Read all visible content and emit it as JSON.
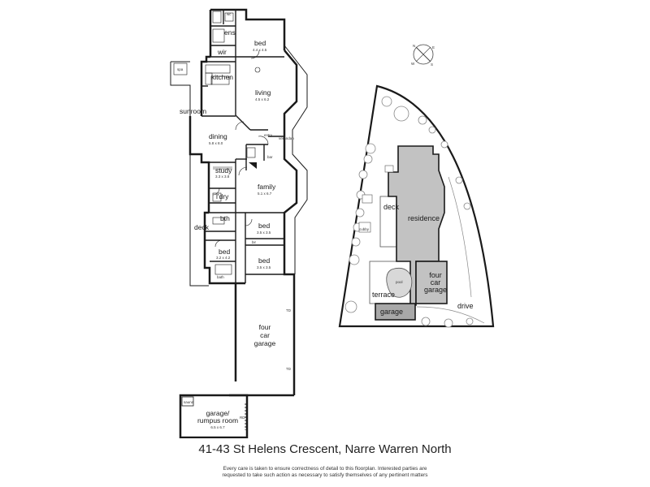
{
  "floorplan": {
    "rooms": {
      "ens": "ens",
      "wir": "wir",
      "bed_main": "bed",
      "bed_main_dim": "4.4 x 4.5",
      "kitchen": "kitchen",
      "living": "living",
      "living_dim": "4.5 x 6.2",
      "sunroom": "sunroom",
      "dining": "dining",
      "dining_dim": "5.8 x 8.0",
      "entry": "entry",
      "verandah": "verandah",
      "bar": "bar",
      "study": "study",
      "study_dim": "3.3 x 3.8",
      "ldry": "l'dry",
      "family": "family",
      "family_dim": "5.1 x 6.7",
      "bth": "bth",
      "bed2": "bed",
      "bed2_dim": "3.5 x 3.5",
      "bed3": "bed",
      "bed3_dim": "3.2 x 4.2",
      "bed4": "bed",
      "bed4_dim": "3.5 x 3.5",
      "deck": "deck",
      "spa": "spa",
      "bath": "bath",
      "wc": "wc",
      "bir": "bir",
      "garage_line1": "four",
      "garage_line2": "car",
      "garage_line3": "garage",
      "td_top": "TD",
      "td_bottom": "TD",
      "sauna": "sauna",
      "rumpus_line1": "garage/",
      "rumpus_line2": "rumpus room",
      "rumpus_dim": "6.5 x 6.7",
      "rd": "RD"
    }
  },
  "siteplan": {
    "residence": "residence",
    "deck": "deck",
    "cubby": "cubby",
    "pool": "pool",
    "terrace": "terrace",
    "garage": "garage",
    "four_car_line1": "four",
    "four_car_line2": "car",
    "four_car_line3": "garage",
    "drive": "drive",
    "compass_n": "N",
    "compass_s": "S",
    "compass_e": "E",
    "compass_w": "W"
  },
  "address": "41-43 St Helens Crescent, Narre Warren North",
  "disclaimer": {
    "line1": "Every care is taken to ensure correctness of detail to this floorplan. Interested parties are",
    "line2": "requested to take such action as necessary to satisfy themselves of any pertinent matters"
  },
  "colors": {
    "wall": "#1a1a1a",
    "building_fill": "#c2c2c2",
    "garage_fill": "#a8a8a8",
    "background": "#ffffff"
  }
}
